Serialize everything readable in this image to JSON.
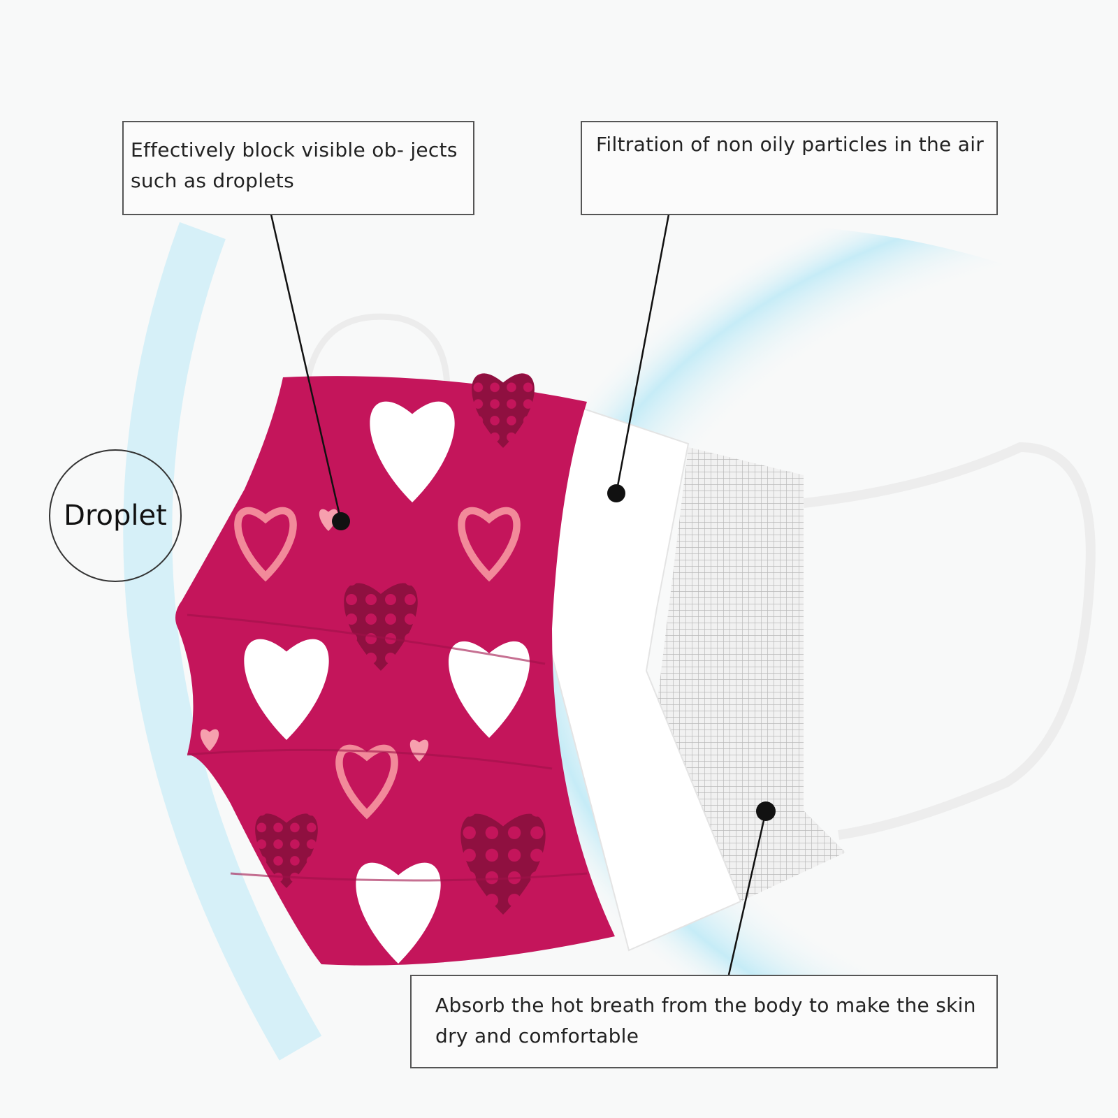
{
  "callouts": {
    "block_droplets": "Effectively block visible ob- jects such as droplets",
    "filtration": "Filtration of non oily particles in the air",
    "absorb": "Absorb the hot breath from the body to make the skin dry and comfortable"
  },
  "droplet_label": "Droplet",
  "colors": {
    "mask_pink": "#c4155b",
    "dark_heart": "#8a0f3a",
    "light_heart": "#f28a9a",
    "mesh": "#d9d9d9",
    "blue_arc": "#bfe8f4"
  }
}
